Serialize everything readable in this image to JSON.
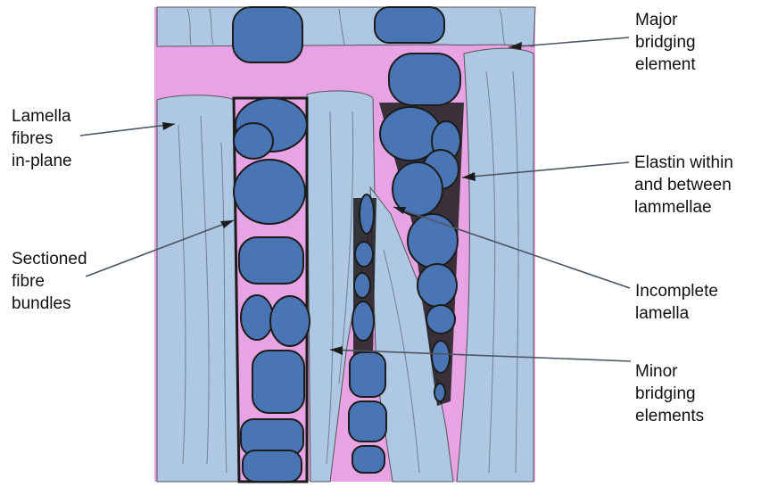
{
  "labels": {
    "major_bridging": "Major\nbridging\nelement",
    "lamella_in_plane": "Lamella\nfibres\nin-plane",
    "elastin": "Elastin within\nand between\nlammellae",
    "sectioned": "Sectioned\nfibre\nbundles",
    "incomplete": "Incomplete\nlamella",
    "minor_bridging": "Minor\nbridging\nelements"
  },
  "colors": {
    "fibre_light_blue": "#aec8e4",
    "bundle_blue": "#4a75b5",
    "elastin_pink": "#e7a3e3",
    "elastin_dark": "#1c1c1c",
    "line": "#4b5563"
  }
}
